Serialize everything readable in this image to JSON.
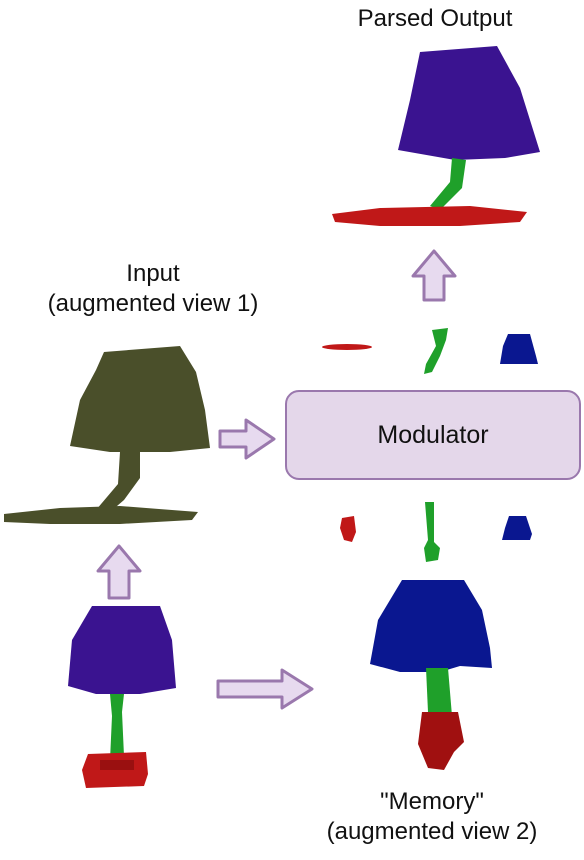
{
  "labels": {
    "parsed_output": "Parsed Output",
    "input_line1": "Input",
    "input_line2": "(augmented view 1)",
    "memory_line1": "\"Memory\"",
    "memory_line2": "(augmented view 2)"
  },
  "modulator": {
    "label": "Modulator"
  },
  "colors": {
    "shade_purple": "#3a1390",
    "stem_green": "#1fa02a",
    "base_red": "#c01818",
    "input_olive": "#4a4f2a",
    "memory_blue": "#0a1790",
    "arrow_fill": "#e7daef",
    "arrow_stroke": "#9a78ad",
    "modulator_fill": "#e4d7ea"
  }
}
